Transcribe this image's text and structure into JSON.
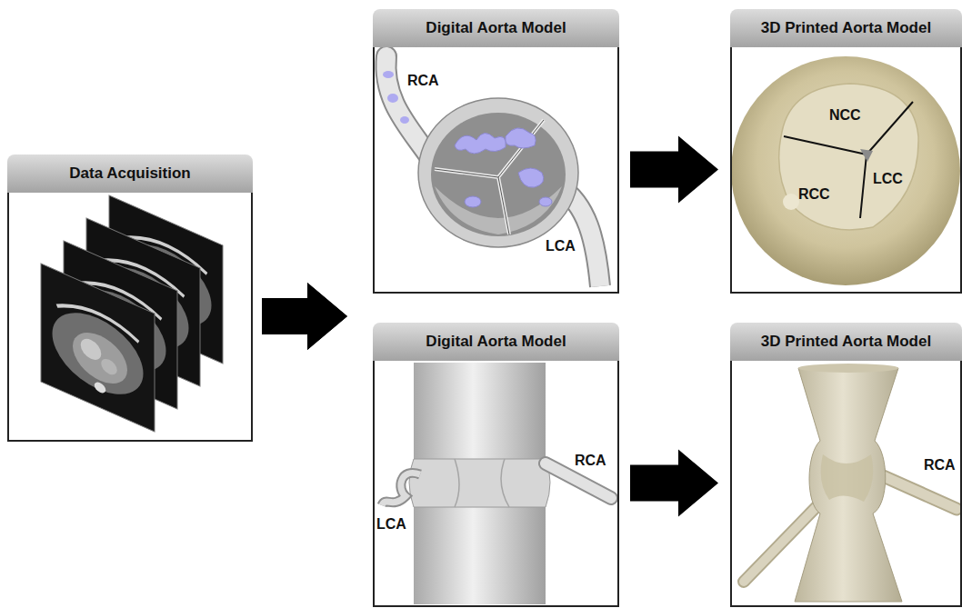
{
  "diagram": {
    "nodes": [
      {
        "text": [
          "Data Acquisition"
        ]
      },
      {
        "text": [
          "Digital Aorta Model"
        ]
      },
      {
        "text": [
          "3D Printed Aorta Model"
        ]
      },
      {
        "text": [
          "Digital Aorta Model"
        ]
      },
      {
        "text": [
          "3D Printed Aorta Model"
        ]
      }
    ],
    "edges": [
      {
        "from": 0,
        "to": 1,
        "arrow": "to"
      },
      {
        "from": 0,
        "to": 3,
        "arrow": "to"
      },
      {
        "from": 1,
        "to": 2,
        "arrow": "to"
      },
      {
        "from": 3,
        "to": 4,
        "arrow": "to"
      }
    ],
    "labels": [
      "RCA",
      "LCA",
      "NCC",
      "RCC",
      "LCC",
      "RCA",
      "LCA",
      "RCA"
    ]
  }
}
